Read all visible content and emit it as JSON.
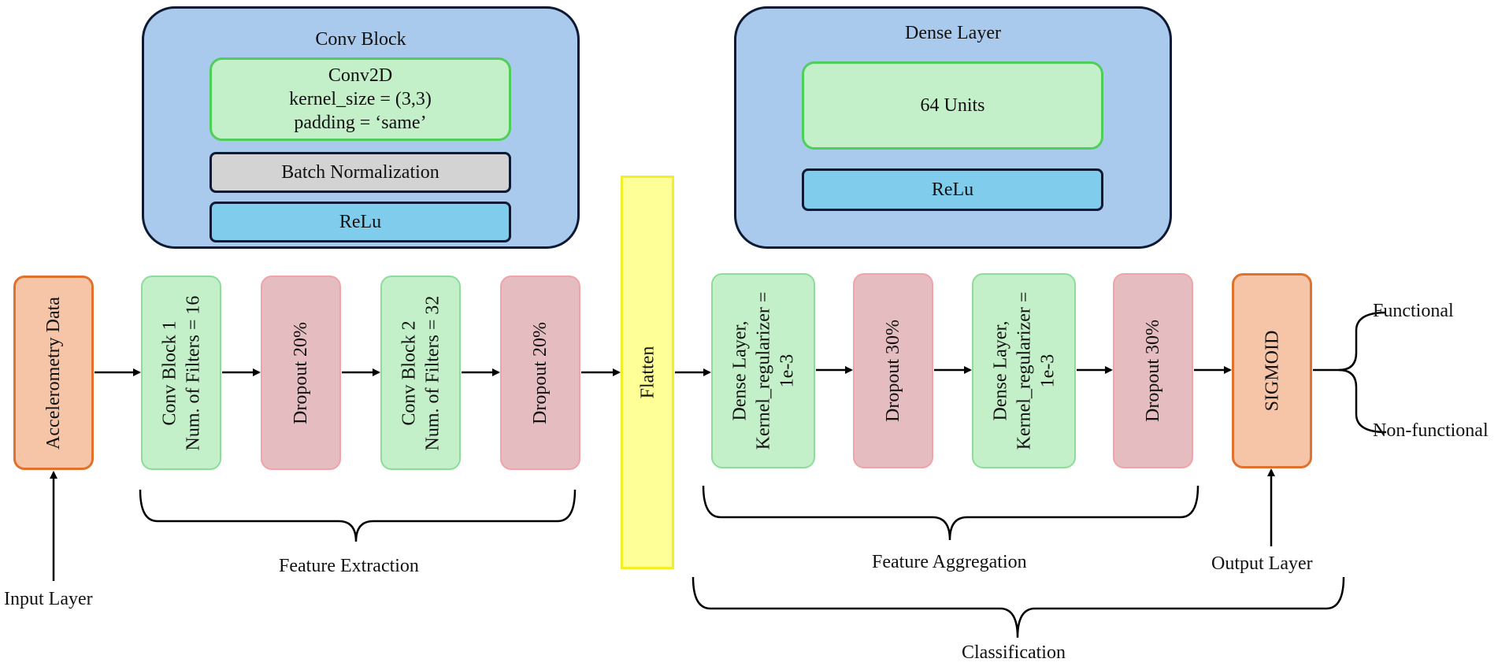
{
  "conv_block": {
    "title": "Conv Block",
    "conv2d": [
      "Conv2D",
      "kernel_size = (3,3)",
      "padding = ‘same’"
    ],
    "batch_norm": "Batch Normalization",
    "relu": "ReLu"
  },
  "dense_block": {
    "title": "Dense Layer",
    "units": "64 Units",
    "relu": "ReLu"
  },
  "pipeline": {
    "accelerometry": "Accelerometry Data",
    "conv_block_1": [
      "Conv Block 1",
      "Num. of Filters = 16"
    ],
    "dropout_1": "Dropout  20%",
    "conv_block_2": [
      "Conv Block 2",
      "Num. of Filters = 32"
    ],
    "dropout_2": "Dropout 20%",
    "flatten": "Flatten",
    "dense_1": [
      "Dense Layer,",
      "Kernel_regularizer =",
      "1e-3"
    ],
    "dropout_3": "Dropout  30%",
    "dense_2": [
      "Dense Layer,",
      "Kernel_regularizer =",
      "1e-3"
    ],
    "dropout_4": "Dropout  30%",
    "sigmoid": "SIGMOID"
  },
  "outputs": {
    "functional": "Functional",
    "non_functional": "Non-functional"
  },
  "labels": {
    "input_layer": "Input Layer",
    "feature_extraction": "Feature Extraction",
    "feature_aggregation": "Feature Aggregation",
    "output_layer": "Output Layer",
    "classification": "Classification"
  },
  "colors": {
    "panel": "#a9caec",
    "green": "#c3efc9",
    "dropout": "#e5bdc0",
    "orange": "#f6c4a7",
    "flatten": "#ffff98",
    "relu": "#7fccec",
    "batch_norm": "#d3d3d3"
  }
}
